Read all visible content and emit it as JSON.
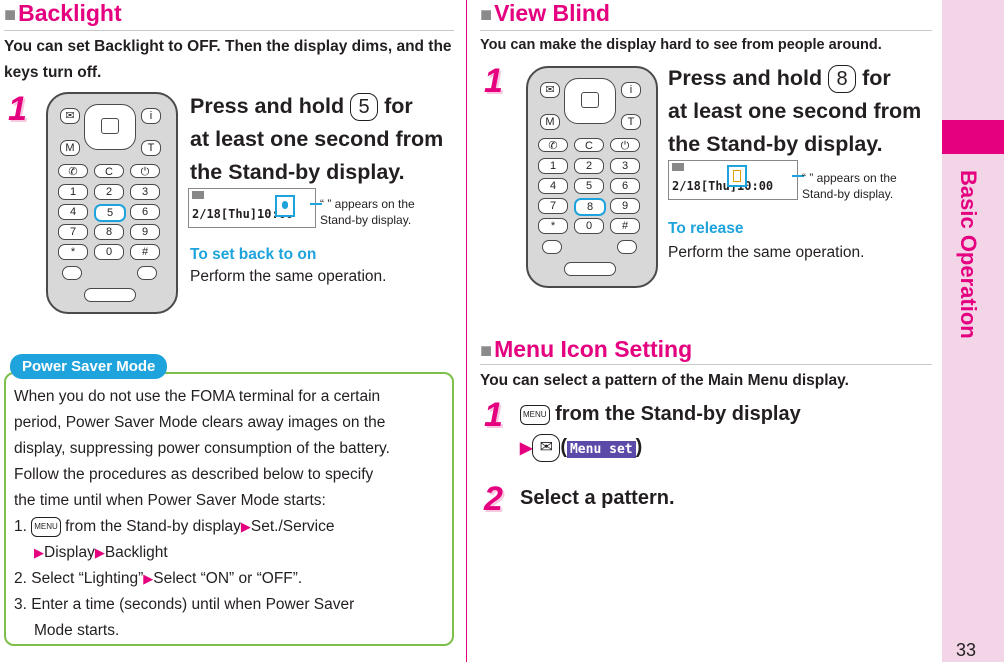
{
  "backlight": {
    "title": "Backlight",
    "lead": "You can set Backlight to OFF. Then the display dims, and the keys turn off.",
    "step_number": "1",
    "step_pre": "Press and hold",
    "step_key": "5",
    "step_post_line1": "for",
    "step_line2": "at least one second from",
    "step_line3": "the Stand-by display.",
    "screen_time": "2/18[Thu]10:00",
    "note_line1": "“   ” appears on the",
    "note_line2": "Stand-by display.",
    "release_label": "To set back to on",
    "release_text": "Perform the same operation."
  },
  "power_saver": {
    "tab": "Power Saver Mode",
    "para": [
      "When you do not use the FOMA terminal for a certain",
      "period, Power Saver Mode clears away images on the",
      "display, suppressing power consumption of the battery.",
      "Follow the procedures as described below to specify",
      "the time until when Power Saver Mode starts:"
    ],
    "item1_num": "1.",
    "item1_key": "MENU",
    "item1_text": "from the Stand-by display",
    "item1_part2": "Set./Service",
    "item1_part3": "Display",
    "item1_part4": "Backlight",
    "item2": "2. Select “Lighting”",
    "item2_part2": "Select “ON” or “OFF”.",
    "item3_line1": "3. Enter a time (seconds) until when Power Saver",
    "item3_line2": "Mode starts."
  },
  "view_blind": {
    "title": "View Blind",
    "lead": "You can make the display hard to see from people around.",
    "step_number": "1",
    "step_pre": "Press and hold",
    "step_key": "8",
    "step_post_line1": "for",
    "step_line2": "at least one second from",
    "step_line3": "the Stand-by display.",
    "screen_time": "2/18[Thu]10:00",
    "note_line1": "“   ” appears on the",
    "note_line2": "Stand-by display.",
    "release_label": "To release",
    "release_text": "Perform the same operation."
  },
  "menu_icon": {
    "title": "Menu Icon Setting",
    "lead": "You can select a pattern of the Main Menu display.",
    "step1_number": "1",
    "step1_key": "MENU",
    "step1_text": "from the Stand-by display",
    "step1_key2": "✉",
    "step1_chip": "Menu set",
    "step2_number": "2",
    "step2_text": "Select a pattern."
  },
  "side_tab": {
    "label": "Basic Operation"
  },
  "page_number": "33",
  "colors": {
    "accent": "#e4007f",
    "blue": "#1ea3dc",
    "green": "#7cc04a"
  }
}
